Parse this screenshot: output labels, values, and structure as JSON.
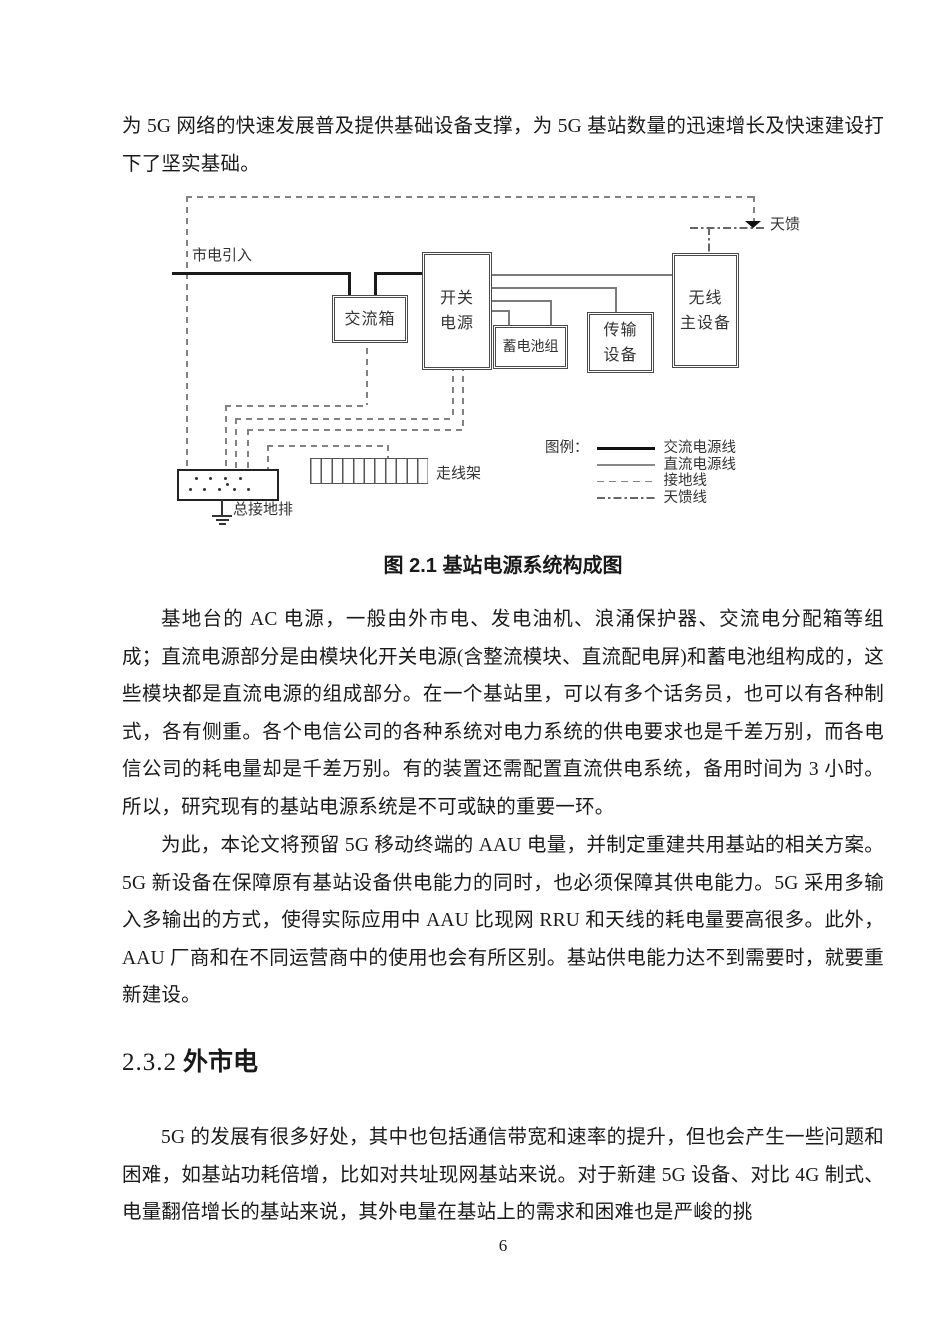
{
  "document": {
    "paragraph_intro": "为 5G 网络的快速发展普及提供基础设备支撑，为 5G 基站数量的迅速增长及快速建设打下了坚实基础。",
    "figure_caption": "图 2.1 基站电源系统构成图",
    "paragraph_1": "基地台的 AC 电源，一般由外市电、发电油机、浪涌保护器、交流电分配箱等组成；直流电源部分是由模块化开关电源(含整流模块、直流配电屏)和蓄电池组构成的，这些模块都是直流电源的组成部分。在一个基站里，可以有多个话务员，也可以有各种制式，各有侧重。各个电信公司的各种系统对电力系统的供电要求也是千差万别，而各电信公司的耗电量却是千差万别。有的装置还需配置直流供电系统，备用时间为 3 小时。所以，研究现有的基站电源系统是不可或缺的重要一环。",
    "paragraph_2": "为此，本论文将预留 5G 移动终端的 AAU 电量，并制定重建共用基站的相关方案。5G 新设备在保障原有基站设备供电能力的同时，也必须保障其供电能力。5G 采用多输入多输出的方式，使得实际应用中 AAU 比现网 RRU 和天线的耗电量要高很多。此外，AAU 厂商和在不同运营商中的使用也会有所区别。基站供电能力达不到需要时，就要重新建设。",
    "heading": {
      "number": "2.3.2",
      "title": "外市电"
    },
    "paragraph_3": "5G 的发展有很多好处，其中也包括通信带宽和速率的提升，但也会产生一些问题和困难，如基站功耗倍增，比如对共址现网基站来说。对于新建 5G 设备、对比 4G 制式、电量翻倍增长的基站来说，其外电量在基站上的需求和困难也是严峻的挑",
    "page_number": "6"
  },
  "diagram": {
    "labels": {
      "mains_in": "市电引入",
      "antenna_feed": "天馈",
      "cable_rack": "走线架",
      "ground_bar": "总接地排"
    },
    "boxes": {
      "ac_box": [
        "交流箱"
      ],
      "switch_power": [
        "开关",
        "电源"
      ],
      "battery": [
        "蓄电池组"
      ],
      "transmission": [
        "传输",
        "设备"
      ],
      "wireless_main": [
        "无线",
        "主设备"
      ]
    },
    "legend": {
      "title": "图例：",
      "items": [
        {
          "style": "ac",
          "label": "交流电源线"
        },
        {
          "style": "dc",
          "label": "直流电源线"
        },
        {
          "style": "ground",
          "label": "接地线"
        },
        {
          "style": "feeder",
          "label": "天馈线"
        }
      ]
    },
    "line_colors": {
      "ac": "#1a1a1a",
      "dc": "#7a7a7a",
      "ground": "#828282",
      "feeder": "#666666"
    }
  }
}
